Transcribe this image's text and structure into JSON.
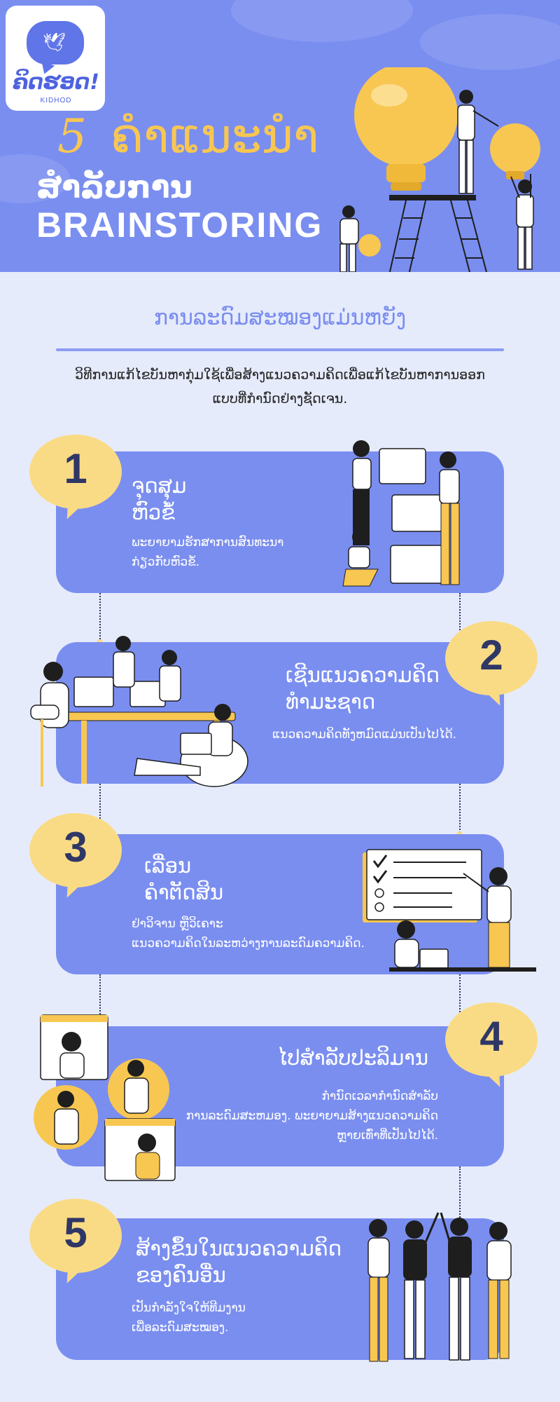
{
  "logo": {
    "icon": "bird-icon",
    "text": "ຄິດຮອດ!",
    "sub": "KIDHOD"
  },
  "header": {
    "number": "5",
    "title": "ຄຳແນະນຳ",
    "subtitle": "ສຳລັບການ",
    "main": "BRAINSTORING"
  },
  "intro": {
    "title": "ການລະດົມສະໝອງແມ່ນຫຍັງ",
    "description": "ວິທີການແກ້ໄຂບັນຫາກຸ່ມໃຊ້ເພື່ອສ້າງແນວຄວາມຄິດເພື່ອແກ້ໄຂບັນຫາການອອກແບບທີ່ກຳນົດຢ່າງຊັດເຈນ."
  },
  "steps": [
    {
      "number": "1",
      "title_1": "ຈຸດສຸມ",
      "title_2": "ຫົວຂໍ້",
      "desc_1": "ພະຍາຍາມຮັກສາການສົນທະນາ",
      "desc_2": "ກ່ຽວກັບຫົວຂໍ້."
    },
    {
      "number": "2",
      "title_1": "ເຊີນແນວຄວາມຄິດ",
      "title_2": "ທຳມະຊາດ",
      "desc_1": "ແນວຄວາມຄິດທັງຫມົດແມ່ນເປັນໄປໄດ້.",
      "desc_2": ""
    },
    {
      "number": "3",
      "title_1": "ເລື່ອນ",
      "title_2": "ຄຳຕັດສິນ",
      "desc_1": "ຢ່າວິຈານ ຫຼືວິເຄາະ",
      "desc_2": "ແນວຄວາມຄິດໃນລະຫວ່າງການລະດົມຄວາມຄິດ."
    },
    {
      "number": "4",
      "title_1": "ໄປສຳລັບປະລິມານ",
      "title_2": "",
      "desc_1": "ກຳນົດເວລາກຳນົດສຳລັບ",
      "desc_2": "ການລະດົມສະຫມອງ. ພະຍາຍາມສ້າງແນວຄວາມຄິດ",
      "desc_3": "ຫຼາຍເທົ່າທີ່ເປັນໄປໄດ້."
    },
    {
      "number": "5",
      "title_1": "ສ້າງຂຶ້ນໃນແນວຄວາມຄິດ",
      "title_2": "ຂອງຄົນອື່ນ",
      "desc_1": "ເປັນກຳລັງໃຈໃຫ້ທີມງານ",
      "desc_2": "ເພື່ອລະດົມສະໝອງ."
    }
  ],
  "colors": {
    "primary": "#7a8ef0",
    "accent": "#fadb85",
    "title_yellow": "#f8c752",
    "number": "#2f3766",
    "background": "#e6ebfb"
  }
}
